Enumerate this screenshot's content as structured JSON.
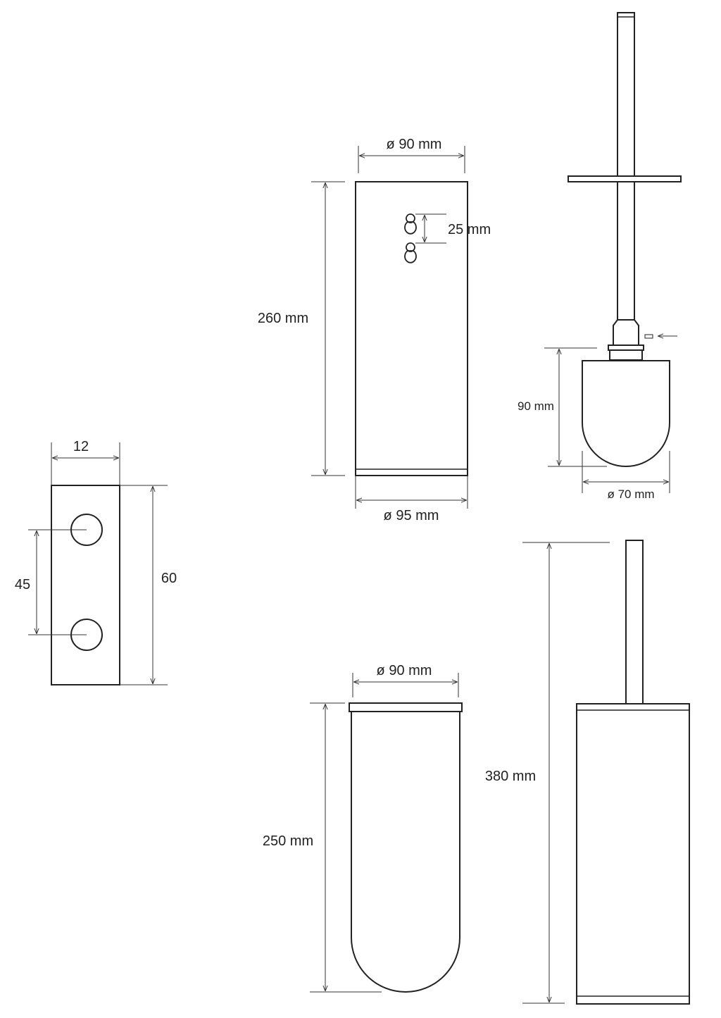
{
  "colors": {
    "stroke": "#222222",
    "dimension_line": "#333333",
    "background": "#ffffff"
  },
  "bracket": {
    "width_label": "12",
    "hole_spacing_label": "45",
    "height_label": "60"
  },
  "holder": {
    "top_diameter_label": "ø 90 mm",
    "keyhole_spacing_label": "25 mm",
    "height_label": "260 mm",
    "bottom_diameter_label": "ø 95 mm"
  },
  "brush": {
    "head_height_label": "90 mm",
    "head_diameter_label": "ø 70 mm"
  },
  "insert": {
    "diameter_label": "ø 90 mm",
    "height_label": "250 mm"
  },
  "assembly": {
    "height_label": "380 mm"
  }
}
